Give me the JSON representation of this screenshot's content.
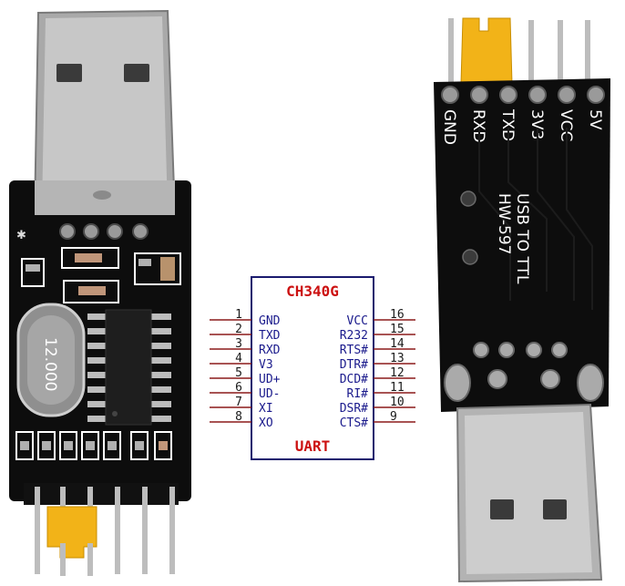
{
  "ic": {
    "title": "CH340G",
    "footer": "UART",
    "left_pins": [
      {
        "num": "1",
        "name": "GND"
      },
      {
        "num": "2",
        "name": "TXD"
      },
      {
        "num": "3",
        "name": "RXD"
      },
      {
        "num": "4",
        "name": "V3"
      },
      {
        "num": "5",
        "name": "UD+"
      },
      {
        "num": "6",
        "name": "UD-"
      },
      {
        "num": "7",
        "name": "XI"
      },
      {
        "num": "8",
        "name": "XO"
      }
    ],
    "right_pins": [
      {
        "num": "16",
        "name": "VCC"
      },
      {
        "num": "15",
        "name": "R232"
      },
      {
        "num": "14",
        "name": "RTS#"
      },
      {
        "num": "13",
        "name": "DTR#"
      },
      {
        "num": "12",
        "name": "DCD#"
      },
      {
        "num": "11",
        "name": "RI#"
      },
      {
        "num": "10",
        "name": "DSR#"
      },
      {
        "num": "9",
        "name": "CTS#"
      }
    ]
  },
  "back_board": {
    "header_labels": [
      "GND",
      "RXD",
      "TXD",
      "3V3",
      "VCC",
      "5V"
    ],
    "silk_line1": "USB TO TTL",
    "silk_line2": "HW-597"
  },
  "front_board": {
    "crystal_text": "12.000"
  },
  "colors": {
    "pcb": "#0d0d0d",
    "jumper": "#f2b318",
    "pin_line": "#8b1a1a",
    "ic_border": "#1a1a6e",
    "ic_title": "#cc1111"
  }
}
